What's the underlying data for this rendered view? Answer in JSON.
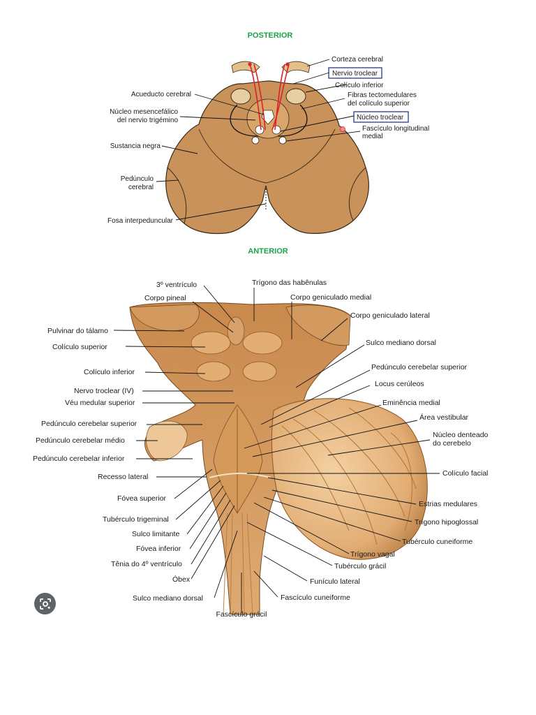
{
  "colors": {
    "heading_green": "#1aa34a",
    "box_blue": "#2b3a8a",
    "tissue_top": "#c08a52",
    "tissue_bottom": "#d9a066",
    "lens_button": "#5f6368"
  },
  "top": {
    "posterior": "POSTERIOR",
    "anterior": "ANTERIOR",
    "labels": {
      "corteza": "Corteza cerebral",
      "nervio_troclear": "Nervio troclear",
      "coliculo_inferior": "Colículo inferior",
      "fibras1": "Fibras tectomedulares",
      "fibras2": "del colículo superior",
      "nucleo_troclear": "Núcleo troclear",
      "fasciculo1": "Fascículo longitudinal",
      "fasciculo2": "medial",
      "acueducto": "Acueducto cerebral",
      "mesen1": "Núcleo mesencefálico",
      "mesen2": "del nervio trigémino",
      "sustancia": "Sustancia negra",
      "pedunculo1": "Pedúnculo",
      "pedunculo2": "cerebral",
      "fosa": "Fosa interpeduncular"
    }
  },
  "bottom": {
    "labels": {
      "ventriculo3": "3º ventrículo",
      "trigono_habenulas": "Trígono das habênulas",
      "corpo_pineal": "Corpo pineal",
      "corpo_gen_medial": "Corpo geniculado medial",
      "corpo_gen_lateral": "Corpo geniculado lateral",
      "pulvinar": "Pulvinar do tálamo",
      "coliculo_superior": "Colículo superior",
      "sulco_mediano_dorsal_r": "Sulco mediano dorsal",
      "coliculo_inferior": "Colículo inferior",
      "ped_cereb_sup_r": "Pedúnculo cerebelar superior",
      "nervo_troclear": "Nervo troclear (IV)",
      "locus": "Locus cerúleos",
      "veu": "Véu medular superior",
      "eminencia": "Eminência medial",
      "ped_cereb_sup_l": "Pedúnculo cerebelar superior",
      "area_vestibular": "Área vestibular",
      "ped_cereb_medio": "Pedúnculo cerebelar médio",
      "denteado1": "Núcleo denteado",
      "denteado2": "do cerebelo",
      "ped_cereb_inf": "Pedúnculo cerebelar inferior",
      "recesso": "Recesso lateral",
      "coliculo_facial": "Colículo facial",
      "fovea_sup": "Fóvea superior",
      "estrias": "Estrias medulares",
      "tuberculo_trig": "Tubérculo trigeminal",
      "trigono_hipo": "Trígono hipoglossal",
      "sulco_limitante": "Sulco limitante",
      "tuberculo_cun": "Tubérculo cuneiforme",
      "fovea_inf": "Fóvea inferior",
      "trigono_vagal": "Trígono vagal",
      "tenia": "Tênia do 4º ventrículo",
      "tuberculo_gracil": "Tubérculo grácil",
      "obex": "Óbex",
      "funiculo": "Funículo lateral",
      "sulco_mediano_dorsal_l": "Sulco mediano dorsal",
      "fasc_cuneiforme": "Fascículo cuneiforme",
      "fasc_gracil": "Fascículo grácil"
    }
  },
  "lens": {
    "icon": "lens-icon"
  }
}
